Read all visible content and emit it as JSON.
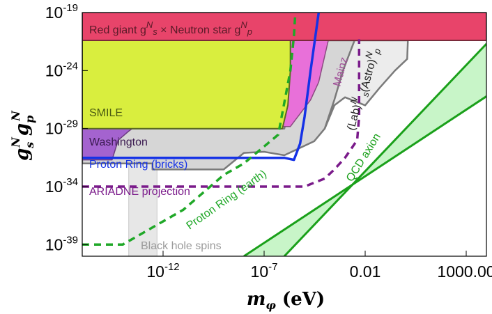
{
  "chart_data": {
    "type": "area",
    "title": "",
    "xlabel": "m_φ (eV)",
    "ylabel": "g_s^N g_p^N",
    "x_scale": "log",
    "y_scale": "log",
    "xlim": [
      1e-16,
      10000.0
    ],
    "ylim": [
      1e-40,
      1e-19
    ],
    "x_ticks": [
      {
        "value": 1e-12,
        "label": "10",
        "exp": "-12"
      },
      {
        "value": 1e-07,
        "label": "10",
        "exp": "-7"
      },
      {
        "value": 0.01,
        "label": "0.01",
        "exp": ""
      },
      {
        "value": 1000,
        "label": "1000.00",
        "exp": ""
      }
    ],
    "y_ticks": [
      {
        "value": 1e-19,
        "label": "10",
        "exp": "-19"
      },
      {
        "value": 1e-24,
        "label": "10",
        "exp": "-24"
      },
      {
        "value": 1e-29,
        "label": "10",
        "exp": "-29"
      },
      {
        "value": 1e-34,
        "label": "10",
        "exp": "-34"
      },
      {
        "value": 1e-39,
        "label": "10",
        "exp": "-39"
      }
    ],
    "grid": false,
    "colors": {
      "red_giant": "#e8446a",
      "smile": "#d9ee3e",
      "washington": "#a463cf",
      "mainz": "#e870d9",
      "lab": "#d6d6d6",
      "astro": "#ececec",
      "black_hole": "#e4e4e4",
      "proton_ring_bricks": "#1532e6",
      "proton_ring_earth": "#20a828",
      "ariadne": "#7a1a8a",
      "qcd_band": "#c8f5c8",
      "qcd_line": "#1aa01a"
    },
    "regions": [
      {
        "name": "Red giant",
        "label_parts": [
          "Red giant g",
          "N",
          "s",
          " × Neutron star g",
          "N",
          "p"
        ],
        "points": [
          [
            1e-16,
            4e-22
          ],
          [
            10000.0,
            4e-22
          ],
          [
            10000.0,
            1e-19
          ],
          [
            1e-16,
            1e-19
          ]
        ]
      },
      {
        "name": "Lab",
        "label_parts": [
          "(Lab)",
          "N"
        ],
        "points": [
          [
            3e-13,
            3e-33
          ],
          [
            1e-09,
            3e-33
          ],
          [
            1e-08,
            8e-32
          ],
          [
            1e-07,
            1e-31
          ],
          [
            1e-06,
            5e-32
          ],
          [
            3e-05,
            8e-31
          ],
          [
            0.0001,
            1e-29
          ],
          [
            0.0003,
            1e-27
          ],
          [
            0.0008,
            1e-24
          ],
          [
            0.003,
            1e-22
          ],
          [
            0.003,
            4e-22
          ],
          [
            1e-05,
            4e-22
          ],
          [
            1e-06,
            1e-29
          ],
          [
            1e-08,
            1e-29
          ],
          [
            1e-16,
            1e-29
          ],
          [
            1e-16,
            1e-32
          ],
          [
            3e-13,
            1e-32
          ]
        ]
      },
      {
        "name": "Astro",
        "label_parts": [
          "s",
          "(Astro)",
          "N",
          "p"
        ],
        "points": [
          [
            0.0001,
            1e-29
          ],
          [
            0.0003,
            1e-27
          ],
          [
            0.001,
            5e-27
          ],
          [
            0.01,
            1e-27
          ],
          [
            0.05,
            3e-26
          ],
          [
            0.3,
            1e-24
          ],
          [
            1.2,
            1e-23
          ],
          [
            1.3,
            4e-22
          ],
          [
            0.003,
            4e-22
          ],
          [
            0.0008,
            1e-24
          ],
          [
            0.0003,
            3e-27
          ]
        ]
      },
      {
        "name": "Mainz",
        "label_parts": [
          "Mainz"
        ],
        "points": [
          [
            1e-16,
            1.5e-29
          ],
          [
            2e-06,
            1.5e-29
          ],
          [
            2e-05,
            3e-27
          ],
          [
            5e-05,
            1e-25
          ],
          [
            0.00015,
            4e-22
          ],
          [
            1e-16,
            4e-22
          ]
        ]
      },
      {
        "name": "Washington",
        "label_parts": [
          "Washington"
        ],
        "points": [
          [
            1e-16,
            2e-32
          ],
          [
            3e-15,
            2e-32
          ],
          [
            6e-15,
            1e-30
          ],
          [
            2e-14,
            6e-30
          ],
          [
            3e-14,
            1e-29
          ],
          [
            1e-16,
            1e-29
          ]
        ]
      },
      {
        "name": "SMILE",
        "label_parts": [
          "SMILE"
        ],
        "points": [
          [
            1e-16,
            1e-29
          ],
          [
            8e-07,
            1e-29
          ],
          [
            1.5e-06,
            1e-27
          ],
          [
            2e-06,
            1e-24
          ],
          [
            2e-06,
            4e-22
          ],
          [
            1e-16,
            4e-22
          ]
        ]
      },
      {
        "name": "Black hole spins",
        "label_parts": [
          "Black hole spins"
        ],
        "points": [
          [
            2e-14,
            1e-40
          ],
          [
            2e-14,
            4e-31
          ],
          [
            5e-13,
            4e-31
          ],
          [
            5e-13,
            1e-40
          ]
        ]
      }
    ],
    "series": [
      {
        "name": "Proton Ring (bricks)",
        "style": "solid",
        "points": [
          [
            1e-16,
            3e-32
          ],
          [
            1e-06,
            3e-32
          ],
          [
            3e-06,
            2e-32
          ],
          [
            6e-06,
            5e-31
          ],
          [
            1e-05,
            1e-28
          ],
          [
            2e-05,
            1e-24
          ],
          [
            5e-05,
            1e-19
          ]
        ]
      },
      {
        "name": "Proton Ring (earth)",
        "style": "dashed",
        "points": [
          [
            1e-16,
            1e-39
          ],
          [
            1e-14,
            1e-39
          ],
          [
            1e-11,
            1e-36
          ],
          [
            1e-09,
            1e-33
          ],
          [
            1e-08,
            1e-32
          ],
          [
            5e-07,
            3e-30
          ],
          [
            2e-06,
            1e-24
          ],
          [
            3e-06,
            1e-21
          ],
          [
            3.5e-06,
            1e-19
          ]
        ]
      },
      {
        "name": "ARIADNE projection",
        "style": "dashed",
        "points": [
          [
            1e-16,
            1e-34
          ],
          [
            1e-05,
            1e-34
          ],
          [
            0.0001,
            5e-34
          ],
          [
            0.0003,
            3e-33
          ],
          [
            0.001,
            3e-32
          ],
          [
            0.004,
            1e-30
          ],
          [
            0.005,
            1e-28
          ],
          [
            0.005,
            1e-23
          ],
          [
            0.005,
            5e-22
          ]
        ]
      }
    ],
    "qcd_axion": {
      "name": "QCD axion",
      "lower_line": [
        [
          1e-06,
          1e-40
        ],
        [
          10000.0,
          2e-22
        ]
      ],
      "upper_line": [
        [
          1e-08,
          1e-40
        ],
        [
          10000.0,
          6e-27
        ]
      ]
    }
  }
}
